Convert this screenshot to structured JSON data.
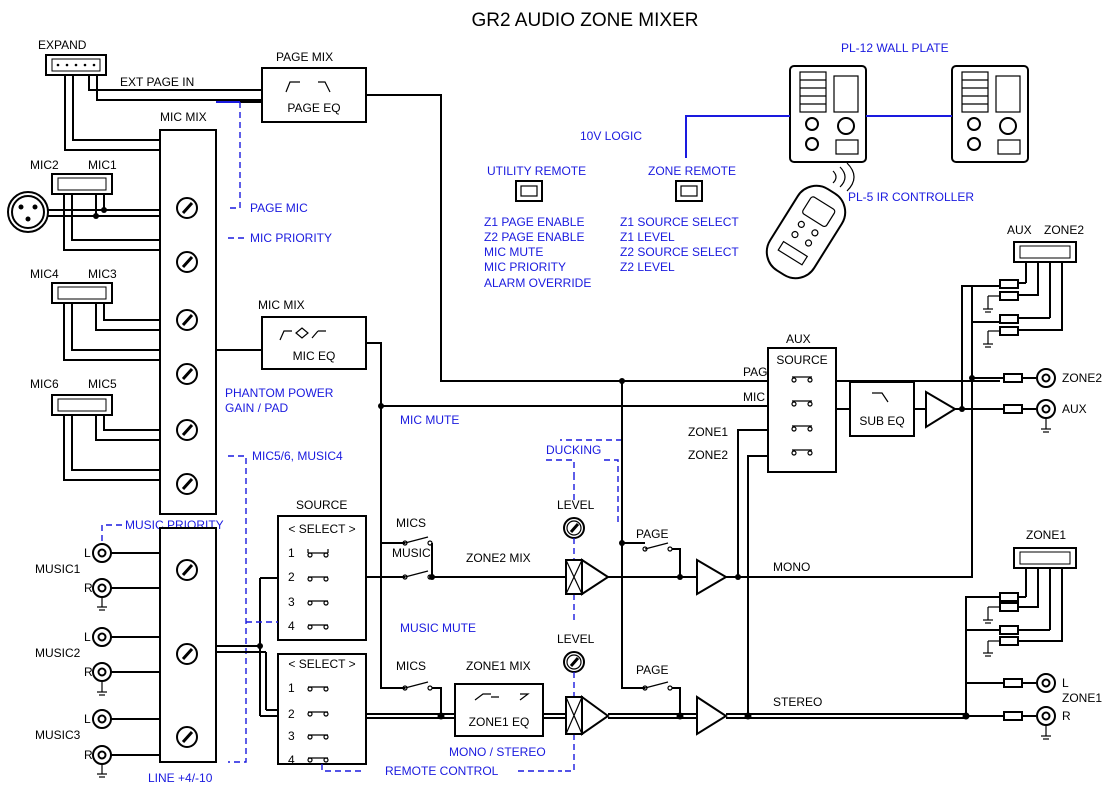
{
  "title": "GR2 AUDIO ZONE MIXER",
  "colors": {
    "wire": "#000000",
    "control": "#1a1adf",
    "background": "#ffffff"
  },
  "black_labels": {
    "expand": "EXPAND",
    "ext_page_in": "EXT PAGE IN",
    "page_mix": "PAGE MIX",
    "page_eq": "PAGE EQ",
    "mic_mix_top": "MIC MIX",
    "mic2": "MIC2",
    "mic1": "MIC1",
    "mic4": "MIC4",
    "mic3": "MIC3",
    "mic6": "MIC6",
    "mic5": "MIC5",
    "mic_mix_mid": "MIC MIX",
    "mic_eq": "MIC EQ",
    "source": "SOURCE",
    "select1": "< SELECT >",
    "select2": "< SELECT >",
    "music1": "MUSIC1",
    "music2": "MUSIC2",
    "music3": "MUSIC3",
    "mics1": "MICS",
    "music_sw": "MUSIC",
    "mics2": "MICS",
    "zone2_mix": "ZONE2 MIX",
    "zone1_mix": "ZONE1 MIX",
    "zone1_eq": "ZONE1 EQ",
    "level1": "LEVEL",
    "level2": "LEVEL",
    "page1": "PAGE",
    "page2": "PAGE",
    "mono": "MONO",
    "stereo": "STEREO",
    "aux_label": "AUX",
    "aux_source": "SOURCE",
    "bus_page_mix": "PAGE MIX",
    "bus_mic_mix": "MIC MIX",
    "bus_zone1": "ZONE1",
    "bus_zone2": "ZONE2",
    "sub_eq": "SUB EQ",
    "aux_conn": "AUX",
    "zone2_conn": "ZONE2",
    "zone2_out": "ZONE2",
    "aux_out": "AUX",
    "zone1_conn": "ZONE1",
    "zone1_out": "ZONE1",
    "l_out": "L",
    "r_out": "R",
    "ch1": "1",
    "ch2": "2",
    "ch3": "3",
    "ch4": "4",
    "l": "L",
    "r": "R"
  },
  "blue_labels": {
    "pl12": "PL-12 WALL PLATE",
    "logic": "10V LOGIC",
    "utility_remote": "UTILITY REMOTE",
    "zone_remote": "ZONE REMOTE",
    "pl5": "PL-5 IR CONTROLLER",
    "utility_items": [
      "Z1 PAGE ENABLE",
      "Z2 PAGE ENABLE",
      "MIC MUTE",
      "MIC PRIORITY",
      "ALARM OVERRIDE"
    ],
    "zone_items": [
      "Z1 SOURCE SELECT",
      "Z1 LEVEL",
      "Z2 SOURCE SELECT",
      "Z2 LEVEL"
    ],
    "page_mic": "PAGE MIC",
    "mic_priority": "MIC PRIORITY",
    "phantom": "PHANTOM POWER",
    "gain_pad": "GAIN / PAD",
    "mic_mute": "MIC MUTE",
    "mic56": "MIC5/6, MUSIC4",
    "ducking": "DUCKING",
    "music_priority": "MUSIC PRIORITY",
    "music_mute": "MUSIC MUTE",
    "mono_stereo": "MONO / STEREO",
    "line_level": "LINE +4/-10",
    "remote_control": "REMOTE CONTROL"
  }
}
